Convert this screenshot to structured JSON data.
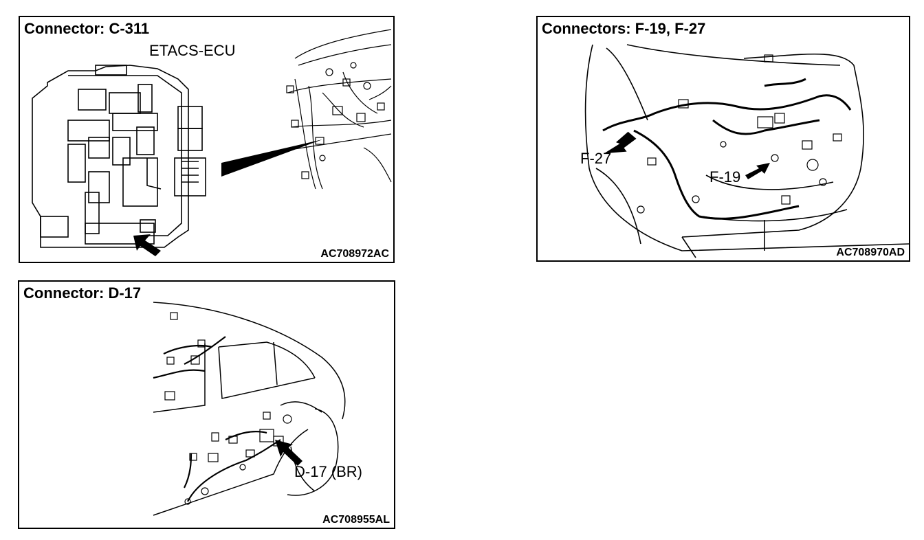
{
  "panels": [
    {
      "title": "Connector: C-311",
      "component_label": "ETACS-ECU",
      "figure_code": "AC708972AC"
    },
    {
      "title": "Connectors: F-19, F-27",
      "callouts": [
        "F-27",
        "F-19"
      ],
      "figure_code": "AC708970AD"
    },
    {
      "title": "Connector: D-17",
      "callouts": [
        "D-17 (BR)"
      ],
      "figure_code": "AC708955AL"
    }
  ]
}
